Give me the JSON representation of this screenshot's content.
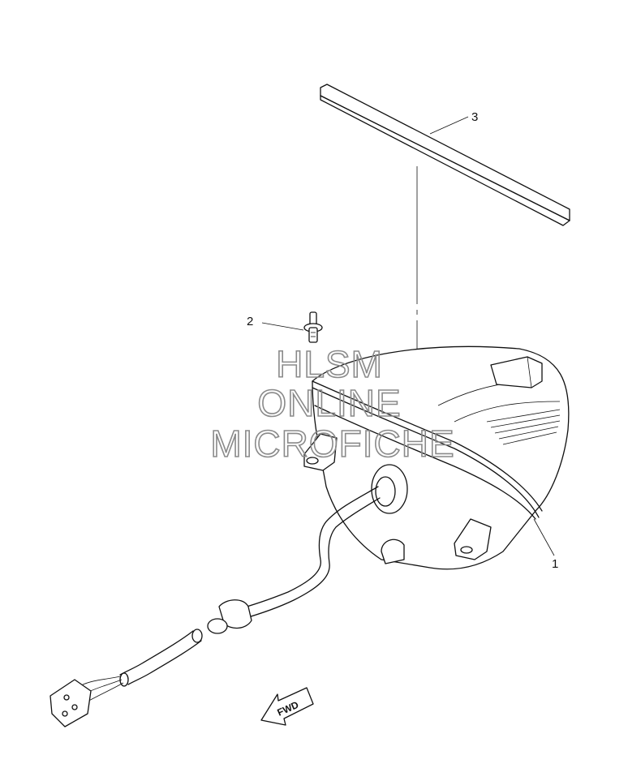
{
  "diagram": {
    "callouts": [
      {
        "id": "1",
        "label": "1"
      },
      {
        "id": "2",
        "label": "2"
      },
      {
        "id": "3",
        "label": "3"
      }
    ],
    "watermark": {
      "line1": "HLSM",
      "line2": "ONLINE",
      "line3": "MICROFICHE"
    },
    "direction_badge": "FWD",
    "colors": {
      "ink": "#111111",
      "watermark": "#8a8a8a",
      "background": "#ffffff"
    }
  }
}
